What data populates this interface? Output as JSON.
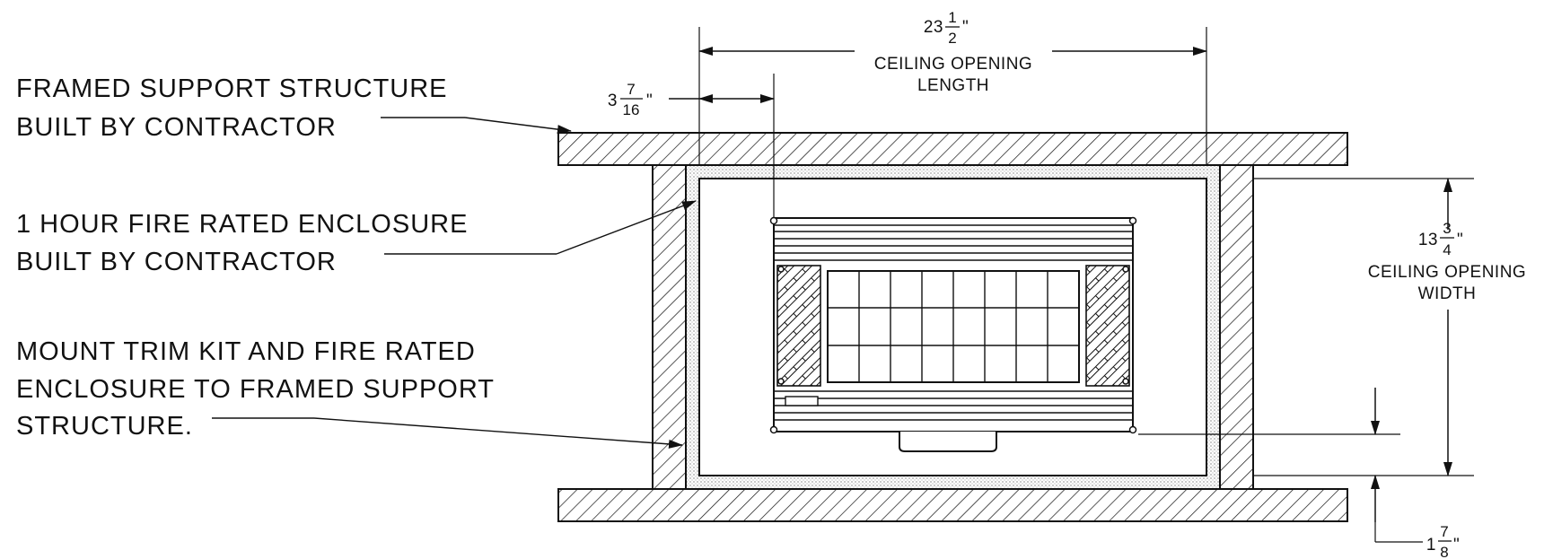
{
  "labels": {
    "framed_support": [
      "FRAMED SUPPORT STRUCTURE",
      "BUILT BY CONTRACTOR"
    ],
    "fire_enclosure": [
      "1 HOUR FIRE RATED ENCLOSURE",
      "BUILT BY CONTRACTOR"
    ],
    "mount_note": [
      "MOUNT TRIM KIT AND FIRE RATED",
      "ENCLOSURE TO FRAMED SUPPORT",
      "STRUCTURE."
    ]
  },
  "dimensions": {
    "length": {
      "whole": "23",
      "num": "1",
      "den": "2",
      "unit": "\"",
      "caption": [
        "CEILING OPENING",
        "LENGTH"
      ]
    },
    "offset": {
      "whole": "3",
      "num": "7",
      "den": "16",
      "unit": "\""
    },
    "width": {
      "whole": "13",
      "num": "3",
      "den": "4",
      "unit": "\"",
      "caption": [
        "CEILING OPENING",
        "WIDTH"
      ]
    },
    "bottom": {
      "whole": "1",
      "num": "7",
      "den": "8",
      "unit": "\""
    }
  }
}
